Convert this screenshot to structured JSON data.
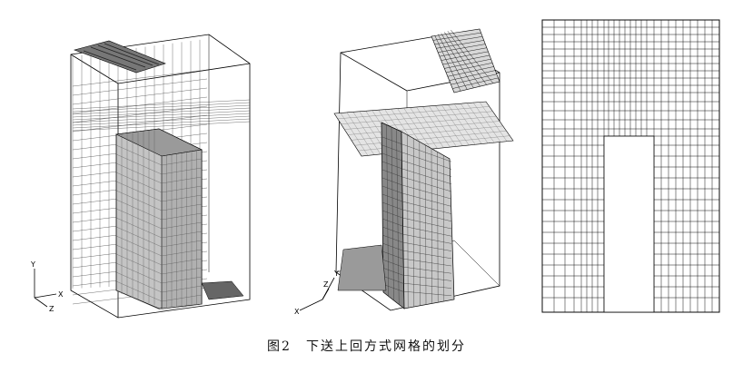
{
  "caption": "图2　下送上回方式网格的划分",
  "axes": {
    "left": {
      "x": "X",
      "y": "Y",
      "z": "Z"
    },
    "middle": {
      "x": "X",
      "y": "Y",
      "z": "Z"
    }
  }
}
